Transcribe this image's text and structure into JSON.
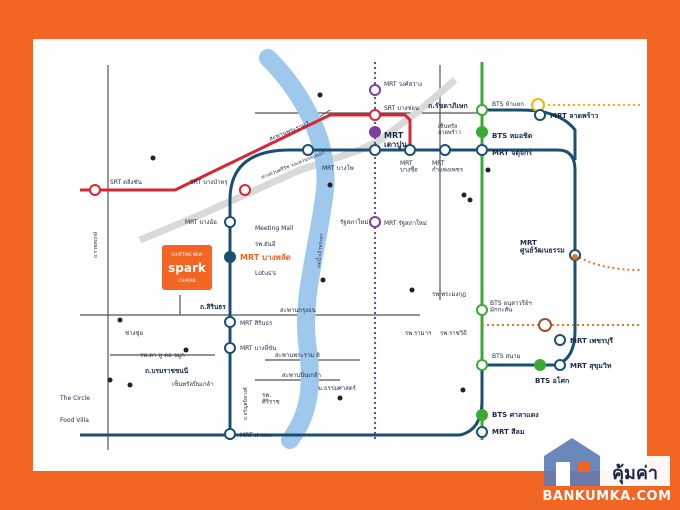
{
  "map": {
    "brand": {
      "small": "CHATTIME NEW",
      "name": "spark",
      "sub": "CHARAN"
    },
    "stations": {
      "srt_taling_chan": "SRT ตลิ่งชัน",
      "srt_bang_bamru": "SRT บางบำหรุ",
      "srt_bang_son": "SRT บางซ่อน",
      "mrt_wong_sawang": "MRT วงศ์สว่าง",
      "mrt_tao_poon": "MRT\nเตาปูน",
      "mrt_bang_pho": "MRT บางโพ",
      "mrt_bang_pho2": "MRT\nบางซื่อ",
      "mrt_kamphaeng_phet": "MRT\nกำแพงเพชร",
      "mrt_chatuchak": "MRT จตุจักร",
      "bts_mo_chit": "BTS หมอชิต",
      "bts_ha_yaek": "BTS ห้าแยก",
      "mrt_lat_phrao": "MRT ลาดพร้าว",
      "mrt_bang_o": "MRT บางอ้อ",
      "mrt_bang_phlat": "MRT บางพลัด",
      "mrt_ratchadaphisek": "MRT รัฐสภาใหม่",
      "mrt_thailand_cultural": "MRT\nศูนย์วัฒนธรรม",
      "mrt_sirindhorn": "MRT สิรินธร",
      "mrt_bang_yi_khan": "MRT บางยี่ขัน",
      "bts_victory": "BTS อนุสาวรีย์ฯ\nมักกะสัน",
      "mrt_phetchaburi": "MRT เพชรบุรี",
      "bts_sanam": "BTS สนาม",
      "bts_asok": "BTS อโศก",
      "mrt_sukhumvit": "MRT สุขุมวิท",
      "bts_sala_daeng": "BTS ศาลาแดง",
      "mrt_silom": "MRT สีลม",
      "mrt_tha_phra": "MRT ท่าพระ"
    },
    "roads": {
      "ratchadaphisek": "ถ.รัชดาภิเษก",
      "bridge_rama7": "สะพานพระราม7",
      "ring_road": "ทางด่วนศรีรัช วงแหวนรอบนอก",
      "ratchaphruek": "ถ.ราชพฤกษ์",
      "sirindhorn": "ถ.สิรินธร",
      "krungthon_bridge": "สะพานกรุงธน",
      "borommaratchachonnani": "ถ.บรมราชชนนี",
      "rama8_bridge": "สะพานพระราม 8",
      "pinklao_bridge": "สะพานปิ่นเกล้า",
      "charansanitwong": "ถ.จรัญสนิทวงศ์",
      "river": "แม่น้ำเจ้าพระยา"
    },
    "places": {
      "meeting_mall": "Meeting Mall",
      "yanhee": "รพ.ยันฮี",
      "lotus": "Lotus's",
      "central_lat_phrao": "เซ็นทรัล\nลาดพร้าว",
      "parliament": "รัฐสภาใหม่",
      "ph_mongkut": "รพ.พระมงกุฎ",
      "ramathibodi": "รพ.รามาฯ",
      "rajavithi": "รพ.ราชวิถี",
      "siriraj": "รพ.\nศิริราช",
      "thammasat": "ม.ธรรมศาสตร์",
      "central_pinklao": "เซ็นทรัลปิ่นเกล้า",
      "chang_khut": "ช่างชุ่ย",
      "hospital_pinklao": "รพ.ตา หู คอ จมูก",
      "the_circle": "The Circle",
      "food_villa": "Food Villa"
    },
    "highlight": "MRT บางพลัด"
  },
  "watermark": {
    "name": "คุ้มค่า",
    "site": "BANKUMKA.COM"
  },
  "colors": {
    "frame": "#f26522",
    "brt_line": "#1b4f72",
    "purple_line": "#7b3fa0",
    "red_line": "#d72631",
    "green_line": "#3ba935",
    "orange_line": "#e87722",
    "yellow_line": "#f2b705",
    "river": "#9fc9ec",
    "station": "#1f5f8b"
  }
}
